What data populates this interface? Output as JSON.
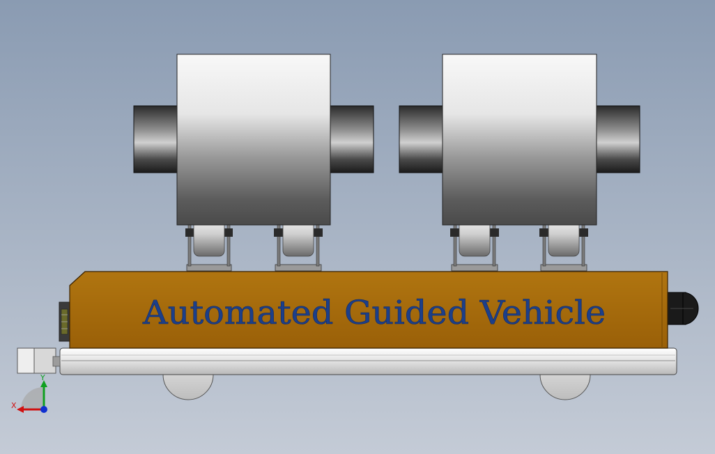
{
  "model": {
    "vehicle_label": "Automated Guided Vehicle"
  },
  "triad": {
    "x_label": "X",
    "y_label": "Y"
  },
  "colors": {
    "background_top": "#8a9bb2",
    "background_bottom": "#c4cbd6",
    "body": "#a66a0a",
    "label": "#1c3f8a",
    "axis_x": "#d01010",
    "axis_y": "#10a020",
    "axis_z": "#1030d0"
  }
}
